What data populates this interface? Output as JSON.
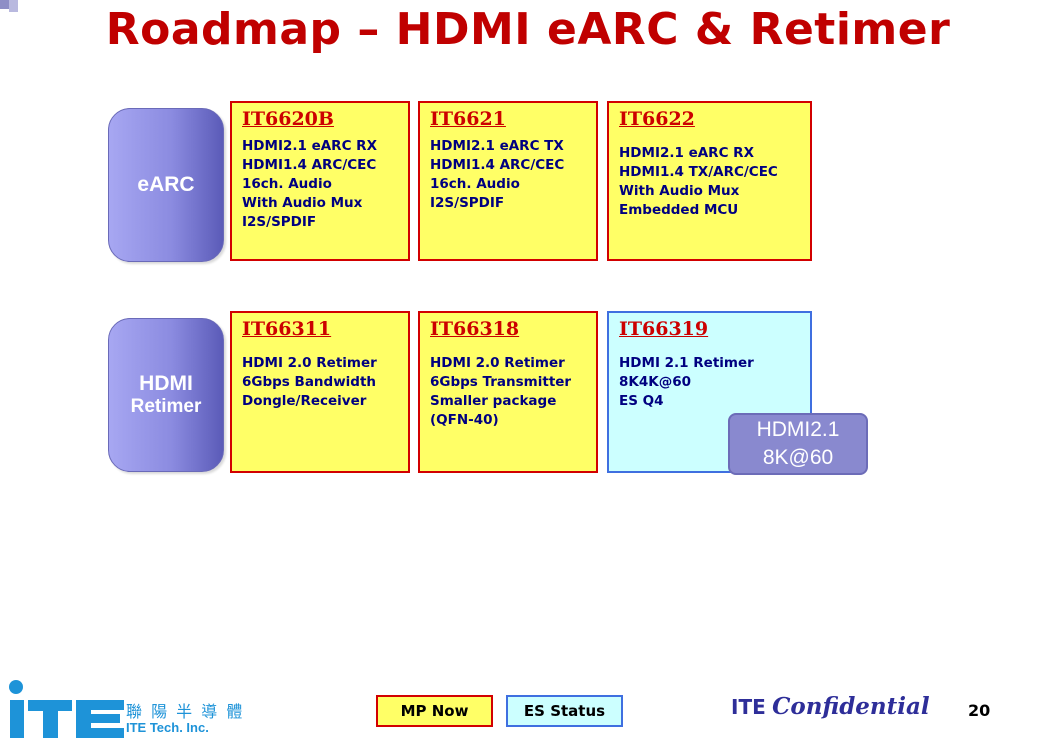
{
  "title": "Roadmap – HDMI eARC & Retimer",
  "rows": {
    "earc": {
      "label": "eARC"
    },
    "retimer": {
      "label_line1": "HDMI",
      "label_line2": "Retimer"
    }
  },
  "chips": {
    "it6620b": {
      "name": "IT6620B",
      "status": "MP Now",
      "lines": [
        "HDMI2.1 eARC RX",
        "HDMI1.4 ARC/CEC",
        "16ch. Audio",
        "With Audio Mux",
        "I2S/SPDIF"
      ]
    },
    "it6621": {
      "name": "IT6621",
      "status": "MP Now",
      "lines": [
        "HDMI2.1 eARC TX",
        "HDMI1.4 ARC/CEC",
        "16ch. Audio",
        "I2S/SPDIF"
      ]
    },
    "it6622": {
      "name": "IT6622",
      "status": "MP Now",
      "lines": [
        "HDMI2.1 eARC RX",
        "HDMI1.4 TX/ARC/CEC",
        "With Audio Mux",
        "Embedded MCU"
      ]
    },
    "it66311": {
      "name": "IT66311",
      "status": "MP Now",
      "lines": [
        "HDMI 2.0 Retimer",
        "6Gbps Bandwidth",
        "Dongle/Receiver"
      ]
    },
    "it66318": {
      "name": "IT66318",
      "status": "MP Now",
      "lines": [
        "HDMI 2.0 Retimer",
        "6Gbps Transmitter",
        "Smaller package",
        "(QFN-40)"
      ]
    },
    "it66319": {
      "name": "IT66319",
      "status": "ES Status",
      "lines": [
        "HDMI 2.1 Retimer",
        "8K4K@60",
        "ES Q4"
      ]
    }
  },
  "badge": {
    "line1": "HDMI2.1",
    "line2": "8K@60"
  },
  "legend": {
    "mp": "MP Now",
    "es": "ES Status"
  },
  "footer": {
    "logo_text": "iTE",
    "company_cn": "聯 陽 半 導 體",
    "company_en": "ITE Tech. Inc.",
    "confidential_prefix": "ITE",
    "confidential_word": "Confidential",
    "page_number": "20"
  },
  "colors": {
    "title": "#c00000",
    "mp_fill": "#ffff66",
    "mp_border": "#d20000",
    "es_fill": "#ccffff",
    "es_border": "#3f6fe0",
    "chip_text": "#000080",
    "row_label": "#8b8be0",
    "logo": "#1e93d8",
    "confidential": "#2e2e99"
  }
}
